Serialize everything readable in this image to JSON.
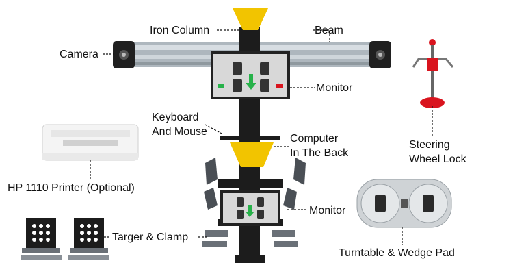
{
  "labels": {
    "iron_column": "Iron Column",
    "beam": "Beam",
    "camera": "Camera",
    "monitor_top": "Monitor",
    "keyboard_mouse_1": "Keyboard",
    "keyboard_mouse_2": "And Mouse",
    "computer_1": "Computer",
    "computer_2": "In The Back",
    "printer": "HP 1110 Printer (Optional)",
    "monitor_bottom": "Monitor",
    "target_clamp": "Targer & Clamp",
    "steering_lock_1": "Steering",
    "steering_lock_2": "Wheel Lock",
    "turntable": "Turntable & Wedge Pad"
  },
  "colors": {
    "cabinet": "#1c1c1c",
    "hood": "#f2c400",
    "beam": "#b9c2c9",
    "screen_bg": "#d8d8d8",
    "arrow": "#27b24a",
    "lock_red": "#d9141e",
    "turntable": "#cfd3d6"
  }
}
